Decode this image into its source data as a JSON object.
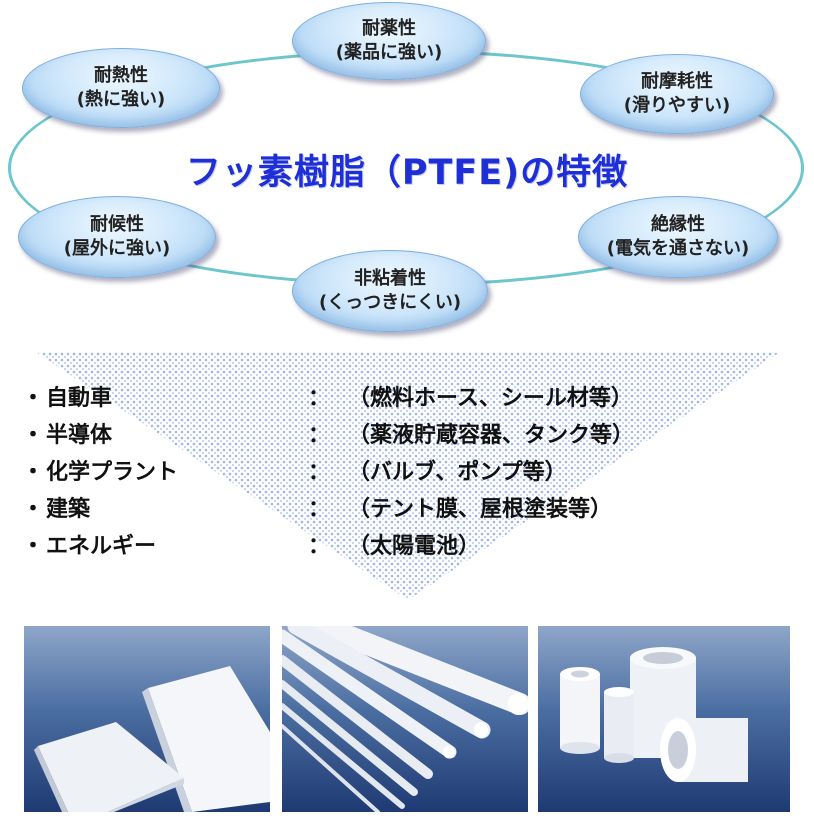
{
  "diagram": {
    "title": "フッ素樹脂（PTFE)の特徴",
    "nodes": [
      {
        "line1": "耐薬性",
        "line2": "(薬品に強い)"
      },
      {
        "line1": "耐熱性",
        "line2": "(熱に強い)"
      },
      {
        "line1": "耐摩耗性",
        "line2": "(滑りやすい)"
      },
      {
        "line1": "耐候性",
        "line2": "(屋外に強い)"
      },
      {
        "line1": "絶縁性",
        "line2": "(電気を通さない)"
      },
      {
        "line1": "非粘着性",
        "line2": "(くっつきにくい)"
      }
    ]
  },
  "applications": [
    {
      "bullet": "・",
      "name": "自動車",
      "colon": "：",
      "detail": "（燃料ホース、シール材等）"
    },
    {
      "bullet": "・",
      "name": "半導体",
      "colon": "：",
      "detail": "（薬液貯蔵容器、タンク等）"
    },
    {
      "bullet": "・",
      "name": "化学プラント",
      "colon": "：",
      "detail": "（バルブ、ポンプ等）"
    },
    {
      "bullet": "・",
      "name": "建築",
      "colon": "：",
      "detail": "（テント膜、屋根塗装等）"
    },
    {
      "bullet": "・",
      "name": "エネルギー",
      "colon": "：",
      "detail": "（太陽電池）"
    }
  ],
  "colors": {
    "title": "#1f2fd6",
    "ring": "#6cc6cc",
    "funnel_dot": "#b9c9ec"
  },
  "photos": [
    "ptfe-sheets-photo",
    "ptfe-rods-photo",
    "ptfe-tubes-photo"
  ]
}
